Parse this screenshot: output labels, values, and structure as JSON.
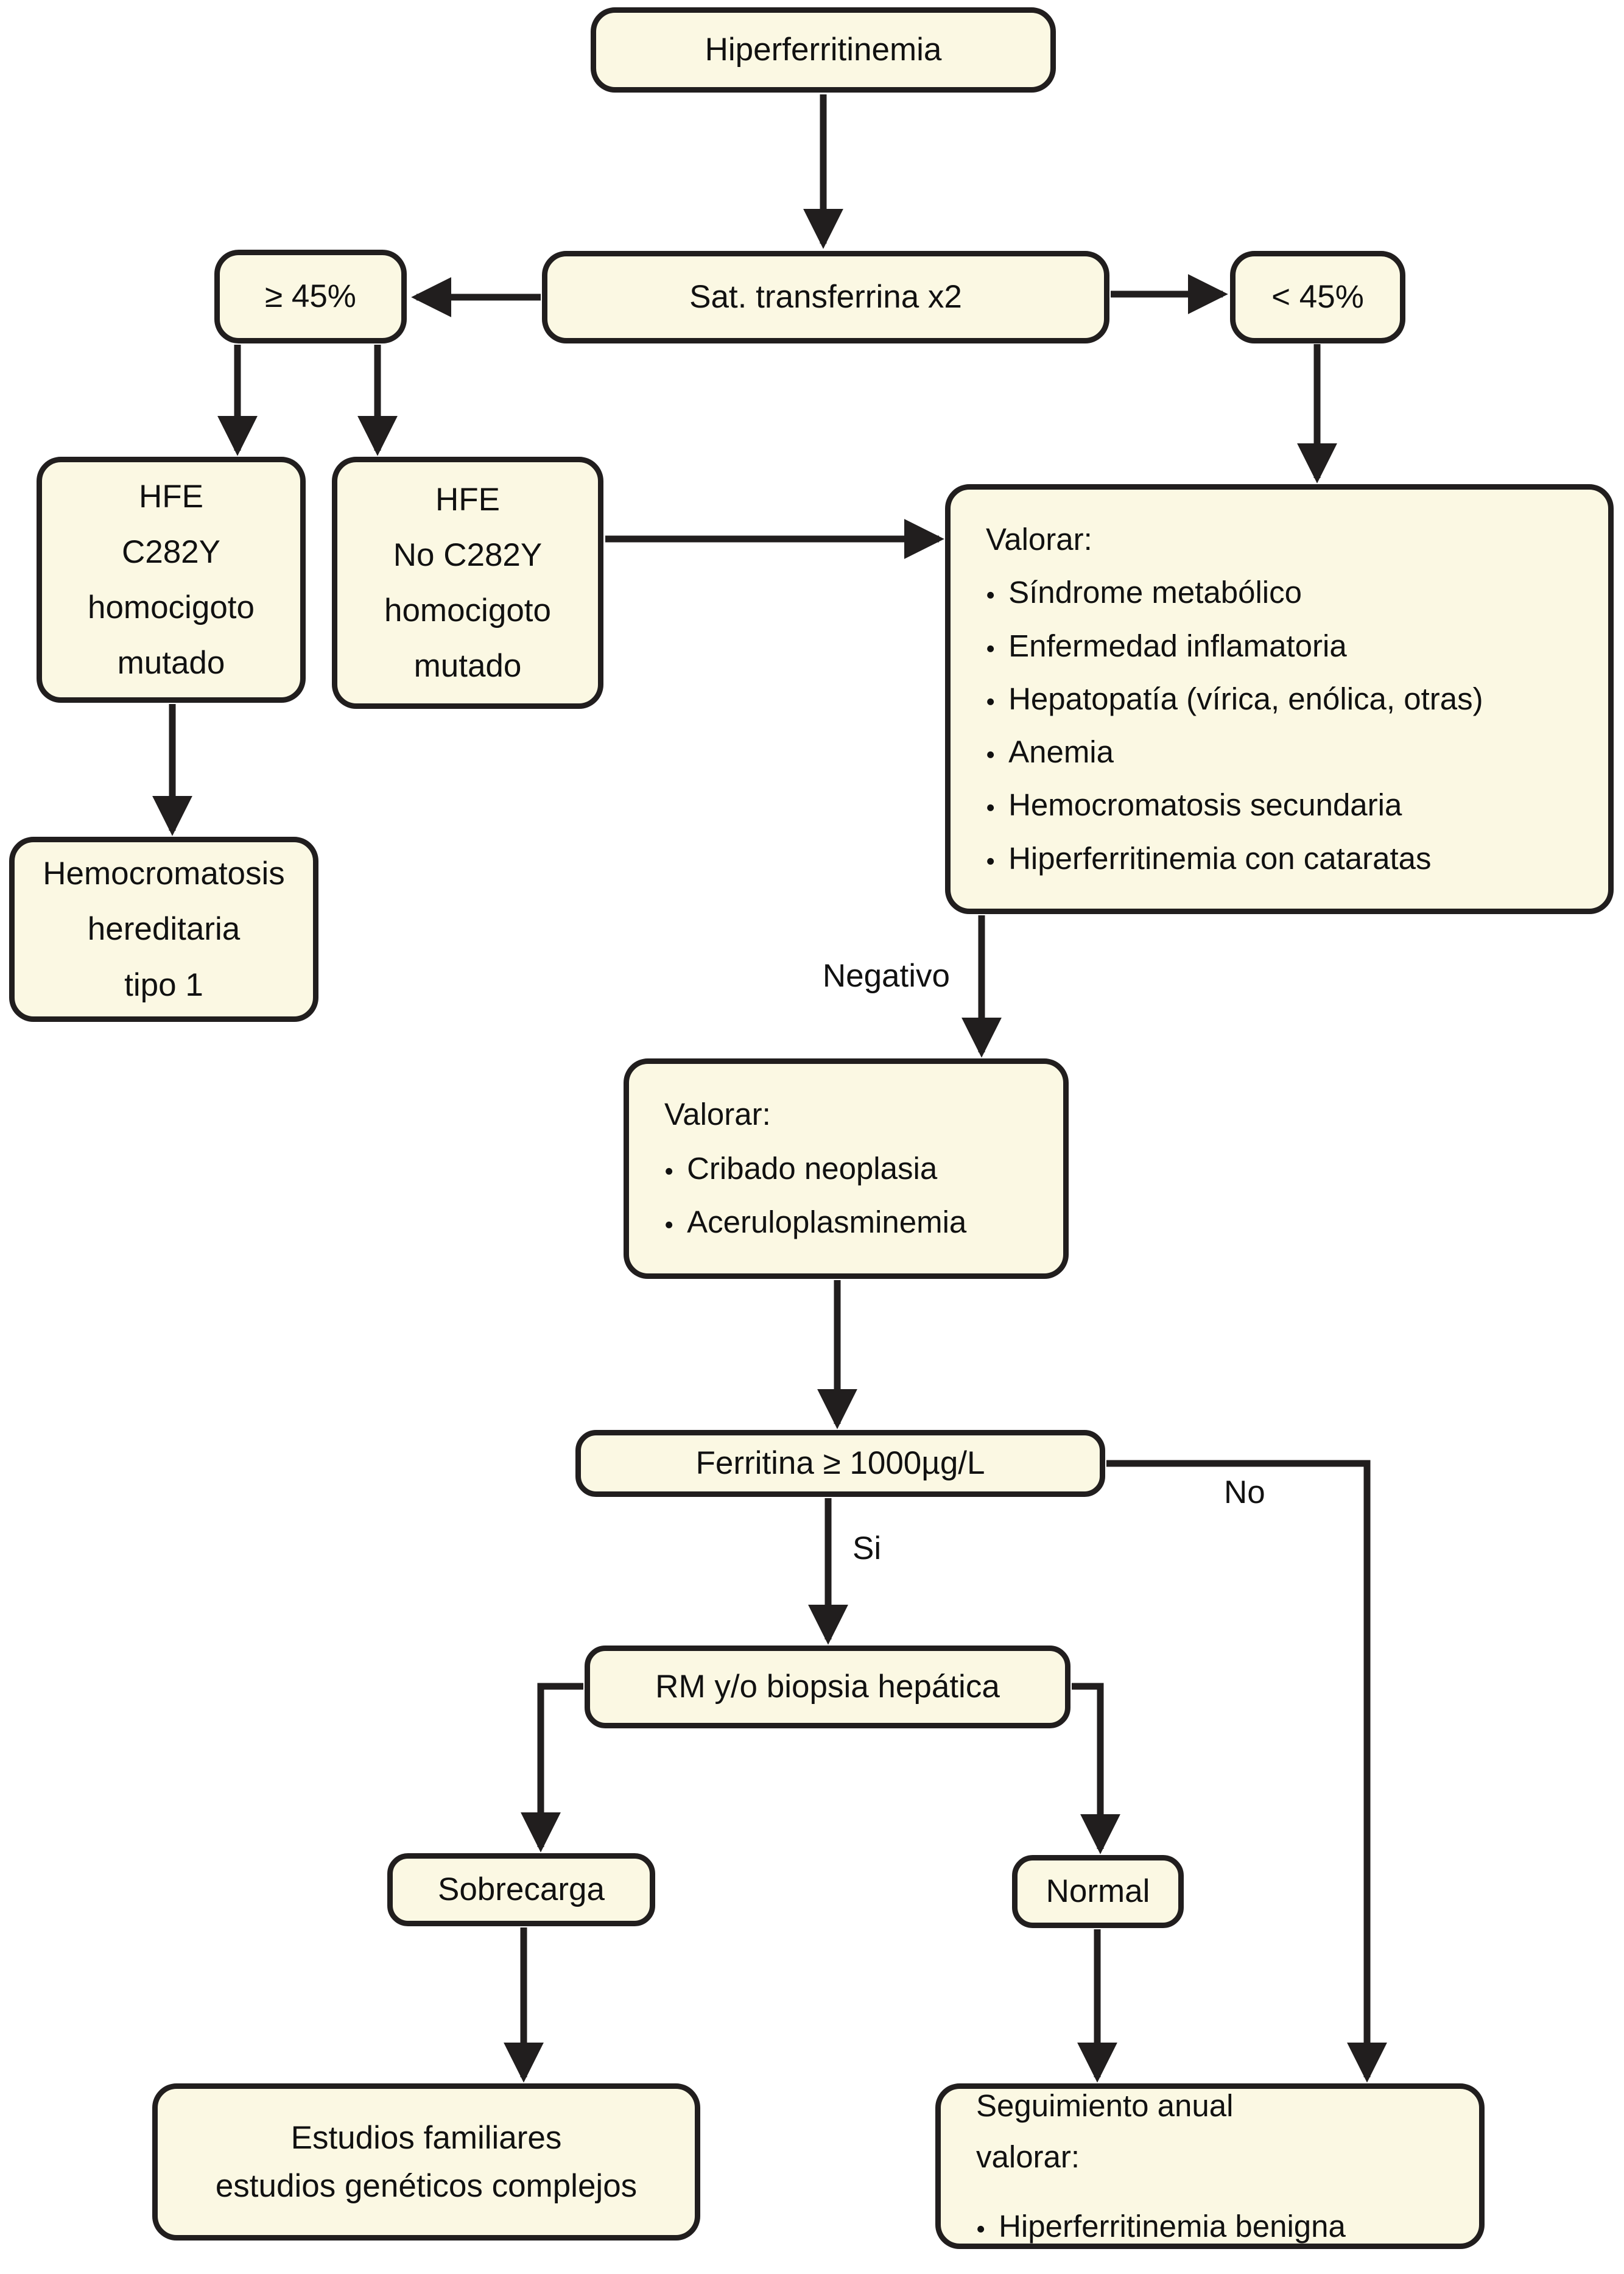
{
  "diagram": {
    "title": "Hiperferritinemia diagnostic algorithm",
    "colors": {
      "background": "#ffffff",
      "node_fill": "#FBF8E3",
      "node_border": "#211E1E",
      "edge": "#211E1E",
      "text": "#111111"
    },
    "nodes": {
      "hiperferritinemia": {
        "label": "Hiperferritinemia"
      },
      "ge45": {
        "label": "≥ 45%"
      },
      "sat_transferrina": {
        "label": "Sat. transferrina x2"
      },
      "lt45": {
        "label": "< 45%"
      },
      "hfe_c282y": {
        "lines": [
          "HFE",
          "C282Y",
          "homocigoto",
          "mutado"
        ]
      },
      "hfe_no_c282y": {
        "lines": [
          "HFE",
          "No C282Y",
          "homocigoto",
          "mutado"
        ]
      },
      "valorar_secundarias": {
        "title": "Valorar:",
        "items": [
          "Síndrome metabólico",
          "Enfermedad inflamatoria",
          "Hepatopatía (vírica, enólica, otras)",
          "Anemia",
          "Hemocromatosis secundaria",
          "Hiperferritinemia con cataratas"
        ]
      },
      "hemocromatosis_hereditaria": {
        "lines": [
          "Hemocromatosis",
          "hereditaria",
          "tipo 1"
        ]
      },
      "valorar_cribado": {
        "title": "Valorar:",
        "items": [
          "Cribado neoplasia",
          "Aceruloplasminemia"
        ]
      },
      "ferritina": {
        "label": "Ferritina ≥ 1000µg/L"
      },
      "rm_biopsia": {
        "label": "RM y/o biopsia hepática"
      },
      "sobrecarga": {
        "label": "Sobrecarga"
      },
      "normal": {
        "label": "Normal"
      },
      "estudios_familiares": {
        "lines": [
          "Estudios familiares",
          "estudios genéticos complejos"
        ]
      },
      "seguimiento_anual": {
        "title_lines": [
          "Seguimiento anual",
          "valorar:"
        ],
        "items": [
          "Hiperferritinemia benigna"
        ]
      }
    },
    "edge_labels": {
      "negativo": "Negativo",
      "si": "Si",
      "no": "No"
    }
  }
}
